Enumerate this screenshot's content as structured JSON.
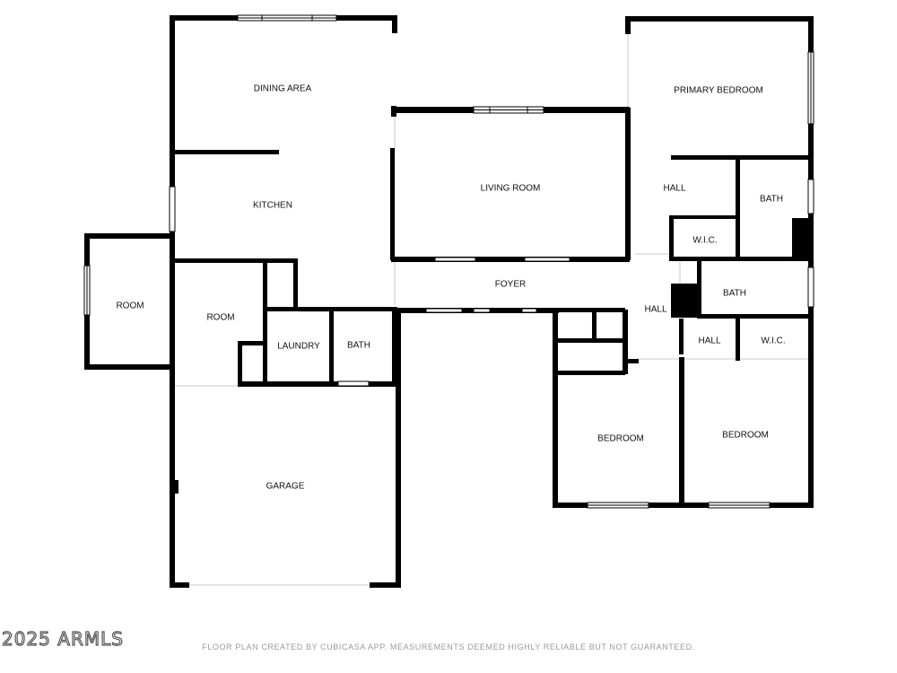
{
  "plan": {
    "rooms": {
      "dining_area": "DINING AREA",
      "kitchen": "KITCHEN",
      "living_room": "LIVING ROOM",
      "primary_bedroom": "PRIMARY BEDROOM",
      "hall_primary": "HALL",
      "bath_primary": "BATH",
      "wic_primary": "W.I.C.",
      "room_left": "ROOM",
      "room_center": "ROOM",
      "laundry": "LAUNDRY",
      "bath_laundry": "BATH",
      "foyer": "FOYER",
      "hall_center": "HALL",
      "bath_east": "BATH",
      "hall_small": "HALL",
      "wic_east": "W.I.C.",
      "bedroom_1": "BEDROOM",
      "bedroom_2": "BEDROOM",
      "garage": "GARAGE"
    }
  },
  "watermark": "2025 ARMLS",
  "footer": "FLOOR PLAN CREATED BY CUBICASA APP. MEASUREMENTS DEEMED HIGHLY RELIABLE BUT NOT GUARANTEED."
}
